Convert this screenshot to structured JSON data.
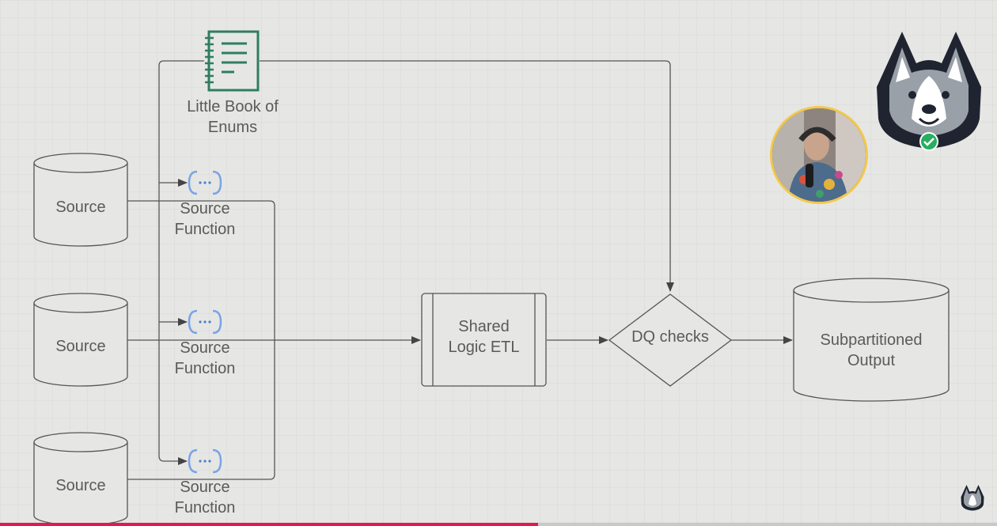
{
  "diagram": {
    "enum_book_label": "Little Book of Enums",
    "sources": [
      "Source",
      "Source",
      "Source"
    ],
    "functions": [
      "Source Function",
      "Source Function",
      "Source Function"
    ],
    "shared_logic_label": "Shared Logic ETL",
    "dq_label": "DQ checks",
    "output_label": "Subpartitioned Output"
  },
  "icons": {
    "book": "notebook-icon",
    "function": "cloud-function-icon",
    "logo": "husky-logo-icon",
    "verified": "verified-check-icon",
    "watermark": "husky-watermark-icon"
  },
  "colors": {
    "background": "#e6e7e4",
    "line": "#555555",
    "book_green": "#2f7d62",
    "function_blue": "#4a7fd6",
    "verified_green": "#27ae60",
    "progress_red": "#e8164f",
    "webcam_border": "#f2c94c"
  },
  "video": {
    "progress_fraction": 0.54
  }
}
